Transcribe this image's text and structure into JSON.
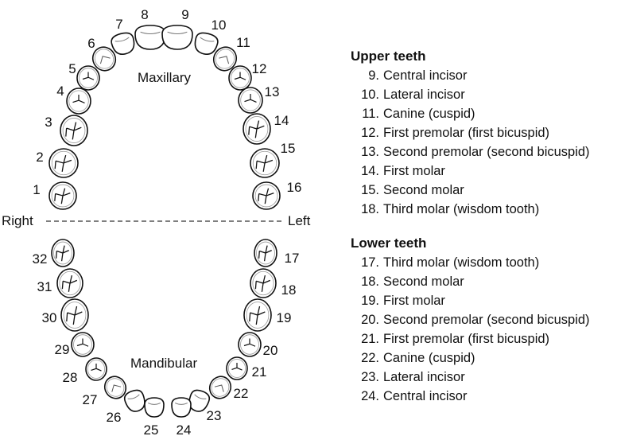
{
  "diagram": {
    "maxillary_label": "Maxillary",
    "mandibular_label": "Mandibular",
    "right_label": "Right",
    "left_label": "Left",
    "upper_teeth_numbers": [
      "1",
      "2",
      "3",
      "4",
      "5",
      "6",
      "7",
      "8",
      "9",
      "10",
      "11",
      "12",
      "13",
      "14",
      "15",
      "16"
    ],
    "lower_teeth_numbers": [
      "17",
      "18",
      "19",
      "20",
      "21",
      "22",
      "23",
      "24",
      "25",
      "26",
      "27",
      "28",
      "29",
      "30",
      "31",
      "32"
    ]
  },
  "legend": {
    "upper": {
      "title": "Upper teeth",
      "items": [
        {
          "num": "9.",
          "text": "Central incisor"
        },
        {
          "num": "10.",
          "text": "Lateral incisor"
        },
        {
          "num": "11.",
          "text": "Canine (cuspid)"
        },
        {
          "num": "12.",
          "text": "First premolar (first bicuspid)"
        },
        {
          "num": "13.",
          "text": "Second premolar (second bicuspid)"
        },
        {
          "num": "14.",
          "text": "First molar"
        },
        {
          "num": "15.",
          "text": "Second molar"
        },
        {
          "num": "18.",
          "text": "Third molar (wisdom tooth)"
        }
      ]
    },
    "lower": {
      "title": "Lower teeth",
      "items": [
        {
          "num": "17.",
          "text": "Third molar (wisdom tooth)"
        },
        {
          "num": "18.",
          "text": "Second molar"
        },
        {
          "num": "19.",
          "text": "First molar"
        },
        {
          "num": "20.",
          "text": "Second premolar (second bicuspid)"
        },
        {
          "num": "21.",
          "text": "First premolar (first bicuspid)"
        },
        {
          "num": "22.",
          "text": "Canine (cuspid)"
        },
        {
          "num": "23.",
          "text": "Lateral incisor"
        },
        {
          "num": "24.",
          "text": "Central incisor"
        }
      ]
    }
  }
}
